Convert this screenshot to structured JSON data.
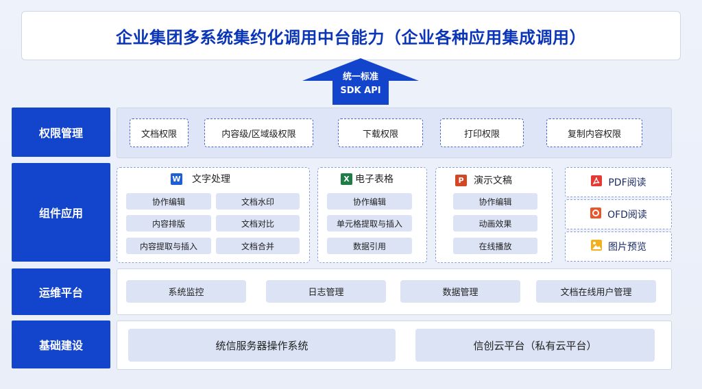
{
  "title": "企业集团多系统集约化调用中台能力（企业各种应用集成调用）",
  "arrow": {
    "line1": "统一标准",
    "line2": "SDK API"
  },
  "rows": {
    "permission": {
      "label": "权限管理",
      "items": [
        "文档权限",
        "内容级/区域级权限",
        "下载权限",
        "打印权限",
        "复制内容权限"
      ]
    },
    "components": {
      "label": "组件应用",
      "word": {
        "icon_letter": "W",
        "title": "文字处理",
        "items": [
          "协作编辑",
          "文档水印",
          "内容排版",
          "文档对比",
          "内容提取与插入",
          "文档合并"
        ]
      },
      "excel": {
        "icon_letter": "X",
        "title": "电子表格",
        "items": [
          "协作编辑",
          "单元格提取与插入",
          "数据引用"
        ]
      },
      "ppt": {
        "icon_letter": "P",
        "title": "演示文稿",
        "items": [
          "协作编辑",
          "动画效果",
          "在线播放"
        ]
      },
      "readers": [
        {
          "label": "PDF阅读",
          "icon": "pdf-icon"
        },
        {
          "label": "OFD阅读",
          "icon": "ofd-icon"
        },
        {
          "label": "图片预览",
          "icon": "image-icon"
        }
      ]
    },
    "ops": {
      "label": "运维平台",
      "items": [
        "系统监控",
        "日志管理",
        "数据管理",
        "文档在线用户管理"
      ]
    },
    "base": {
      "label": "基础建设",
      "items": [
        "统信服务器操作系统",
        "信创云平台（私有云平台）"
      ]
    }
  },
  "colors": {
    "primary_blue": "#1344cc",
    "title_blue": "#0b35b7",
    "word_blue": "#1f5fd6",
    "excel_green": "#1d7d44",
    "ppt_orange": "#d24726",
    "pdf_red": "#e53935",
    "ofd_orange": "#e8572b",
    "image_yellow": "#f2b01e"
  }
}
